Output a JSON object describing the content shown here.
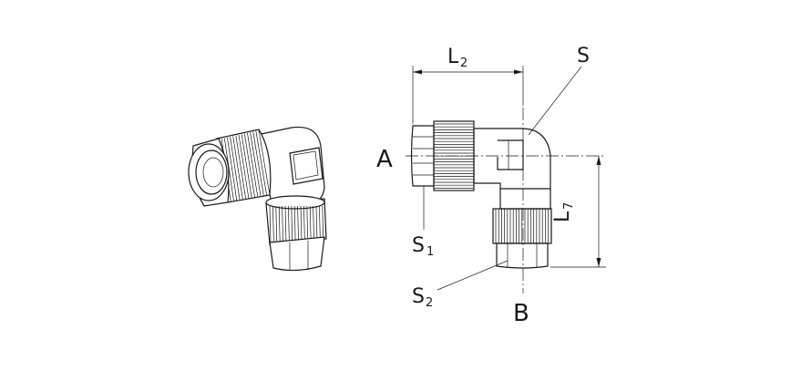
{
  "labels": {
    "l2": "L",
    "l2_sub": "2",
    "s": "S",
    "a": "A",
    "s1": "S",
    "s1_sub": "1",
    "l7": "L",
    "l7_sub": "7",
    "s2": "S",
    "s2_sub": "2",
    "b": "B"
  },
  "colors": {
    "ink": "#1a1a1a",
    "background": "#ffffff"
  }
}
